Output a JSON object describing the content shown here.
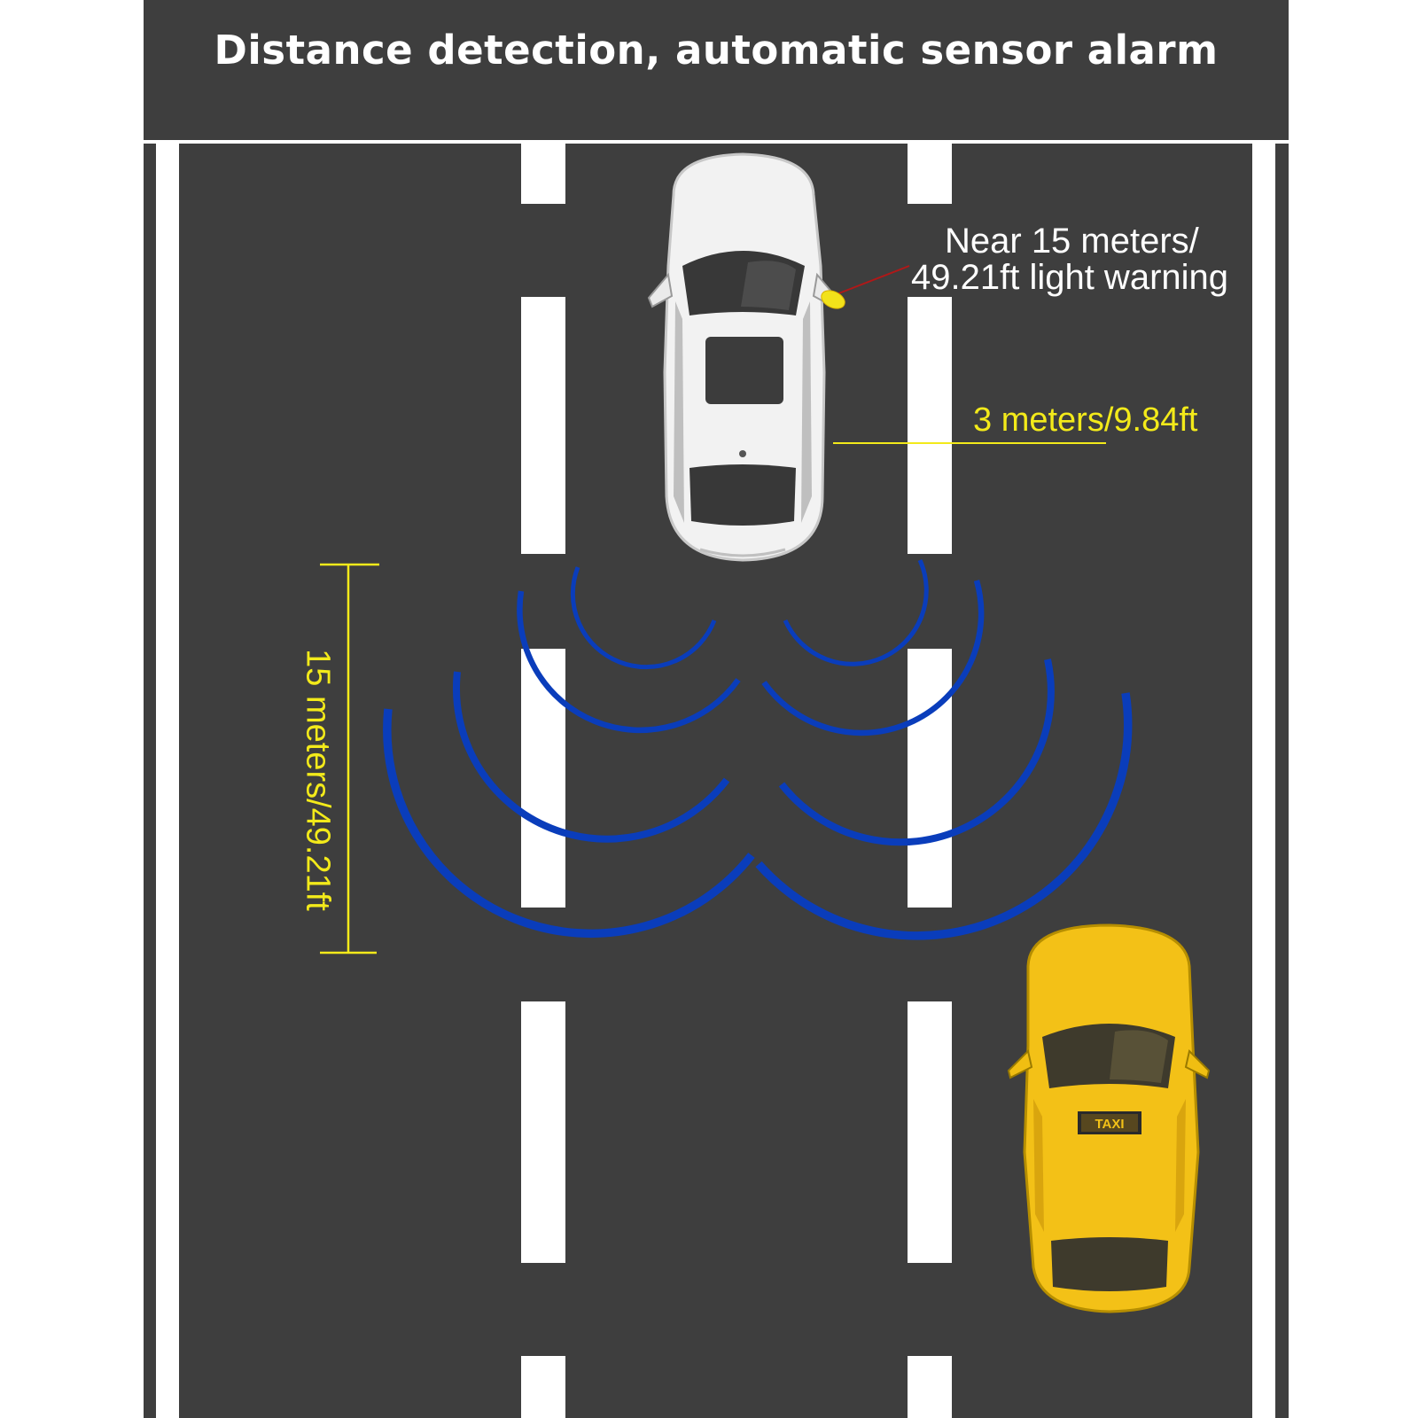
{
  "header": {
    "title": "Distance detection, automatic sensor alarm"
  },
  "labels": {
    "light_warning_line1": "Near 15 meters/",
    "light_warning_line2": "49.21ft light warning",
    "side_distance": "3 meters/9.84ft",
    "rear_distance": "15 meters/49.21ft"
  },
  "taxi_sign": "TAXI",
  "colors": {
    "road": "#3e3e3e",
    "header_band": "#3e3e3e",
    "lane_marking": "#ffffff",
    "signal_wave": "#0a3dbb",
    "measure_line": "#f3ea1a",
    "warning_pointer": "#b01818",
    "mirror_light": "#f2e21a",
    "main_car": "#f2f2f2",
    "taxi": "#f3c117"
  },
  "icons": [
    "white-car-icon",
    "yellow-taxi-icon",
    "sensor-wave-icon",
    "mirror-warning-light-icon"
  ]
}
